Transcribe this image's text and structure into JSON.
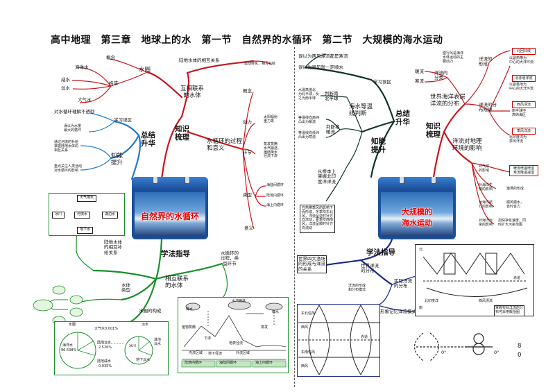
{
  "title": "高中地理　第三章　地球上的水　第一节　自然界的水循环　第二节　大规模的海水运动",
  "left": {
    "card_label": "自然界的水循环",
    "hubs": {
      "knowledge": "知识\n梳理",
      "summary": "总结\n升华",
      "method": "学法指导"
    },
    "top_branch": {
      "mutual": "互相联系\n的水体",
      "water_sphere": "水圈",
      "concept": "概念",
      "composition": "构成",
      "items": [
        "海洋水",
        "咸水",
        "淡水",
        "大气水"
      ],
      "land_relation": "陆地水体的相互关系",
      "motion": "运动转化，相互补给"
    },
    "cycle_branch": {
      "title": "水循环的过程\n和意义",
      "concept": "概念",
      "power": "动力",
      "power_val": "太阳辐射\n重力等",
      "links": "环节",
      "links_val": "蒸发蒸腾\n水汽输送、\n凝结降水\n径流下渗",
      "types": "类型",
      "types_vals": [
        "海陆间循环",
        "陆地内循环",
        "海上内循环"
      ],
      "meaning": "意义"
    },
    "summary_branch": {
      "misunderstand": "对水循环理解不透彻",
      "misarea": "学习误区",
      "ability": "知能\n提升",
      "wrong1": "误以为水量\n最大的循环",
      "right1": "通过河流的补给\n掌握陆地水体的\n相互关系",
      "right2": "重点关注人类活动\n对水循环的影响"
    },
    "method_branch": {
      "land_relation": "陆地水体\n的相互补\n给关系",
      "mutual": "相互联系\n的水体",
      "water_types": "水体\n类型",
      "water_comp": "水圈的构成",
      "cycle_proc": "水循环的\n过程，类\n型环节"
    },
    "flow": {
      "atmos": "大气降水",
      "river": "河流水",
      "lake": "湖泊水",
      "glacier": "冰川",
      "ground": "地下水"
    },
    "pie": {
      "sea_label": "海洋水",
      "sea_pct": "96.538%",
      "land_label": "陆地淡水",
      "land_pct": "2.526%",
      "salt_label": "陆地咸水",
      "salt_pct": "0.935%",
      "air_label": "大气水0.001%",
      "header_left": "水圈",
      "header_right": "淡水",
      "glacier": "冰川",
      "other": "其他\n淡水",
      "under": "地下淡水"
    },
    "cycle_diagram": {
      "labels": [
        "降水",
        "水汽输送",
        "降水",
        "蒸发",
        "地表径流",
        "下渗",
        "地下径流",
        "植物蒸腾"
      ],
      "bottom": [
        "陆地内循环",
        "海陆间循环",
        "海上内循环"
      ],
      "segments": [
        "内流区域",
        "外流区域"
      ]
    }
  },
  "right": {
    "card_label": "大规模的\n海水运动",
    "hubs": {
      "knowledge": "知识\n梳理",
      "summary": "总结\n升华",
      "method": "学法指导"
    },
    "ocean_branch": {
      "title": "世界海洋表层\n洋流的分布",
      "types": "洋流的\n分类",
      "warm": "暖流",
      "cold": "寒流",
      "formation": "洋流的\n形成",
      "wind": "盛行风是海洋\n水体运动的主\n要动力",
      "pattern": "洋流的分\n布规律",
      "tags": [
        "北回归线",
        "以副热带为\n中心的大洋环流",
        "北赤道洋流",
        "以副极地为\n中心的大洋环流",
        "西风漂流",
        "南半球中\n高纬海区",
        "季风洋流",
        "北印度洋为\n季风洋流"
      ]
    },
    "impact_branch": {
      "title": "洋流对地理\n环境的影响",
      "climate": "对气候\n的影响",
      "climate_v": "暖流增温增湿\n寒流降温减湿",
      "bio": "对海洋生\n物的影响",
      "bio_v": "渔场的形成",
      "nav": "对海洋航\n行的影响",
      "nav_v": "顺风顺水，\n省时省力",
      "pollution": "对海洋污\n染的影响",
      "pollution_v": "加快净化速度，同\n时扩大污染范围"
    },
    "summary_branch": {
      "mis1": "误以为西风漂流都是寒流",
      "mis2": "误以为顺风就一定顺水",
      "misarea": "学习误区",
      "temp": "海水等温\n线判断",
      "north": "判断南\n北半球",
      "north_a": "水温高值北\n为北半球，反\n之为南半球",
      "ability": "知能\n提升",
      "warmcold": "判断寒\n暖流",
      "wc1": "等温线向高纬\n凸出为暖流",
      "wc2": "等温线向低纬\n凸出为寒流",
      "fundamental": "从根本上\n掌握北印\n度洋洋流",
      "monsoon": "在热带季风的影响下\n而形成，冬季吹东北\n风，洋流呈逆时针方\n向流动，夏季吹西南\n风，洋流呈顺时针方\n向流动"
    },
    "method_branch": {
      "fisheries": "世界四大渔场\n的形成与洋流\n的关系",
      "distribution": "世界洋流\n的分布",
      "formation": "洋流的形成\n和分布模式",
      "actual": "实际洋流\n的分布",
      "memory": "形象记忆洋流模式",
      "master": "掌握实际洋流的分\n布可采用概括图"
    },
    "map": {
      "labels": [
        "北印度洋",
        "西风漂流",
        "赤道",
        "北",
        "南"
      ]
    },
    "globe": {
      "labels": [
        "东北信风",
        "西风",
        "东南信风",
        "西风",
        "赤道"
      ]
    },
    "memory": {
      "deg": [
        "0°",
        "0°",
        "8",
        "0"
      ]
    }
  },
  "colors": {
    "red": "#c8161d",
    "blue": "#1f7bd1",
    "green": "#1a8f2a",
    "navy": "#1c2a8a",
    "dark": "#113322"
  }
}
